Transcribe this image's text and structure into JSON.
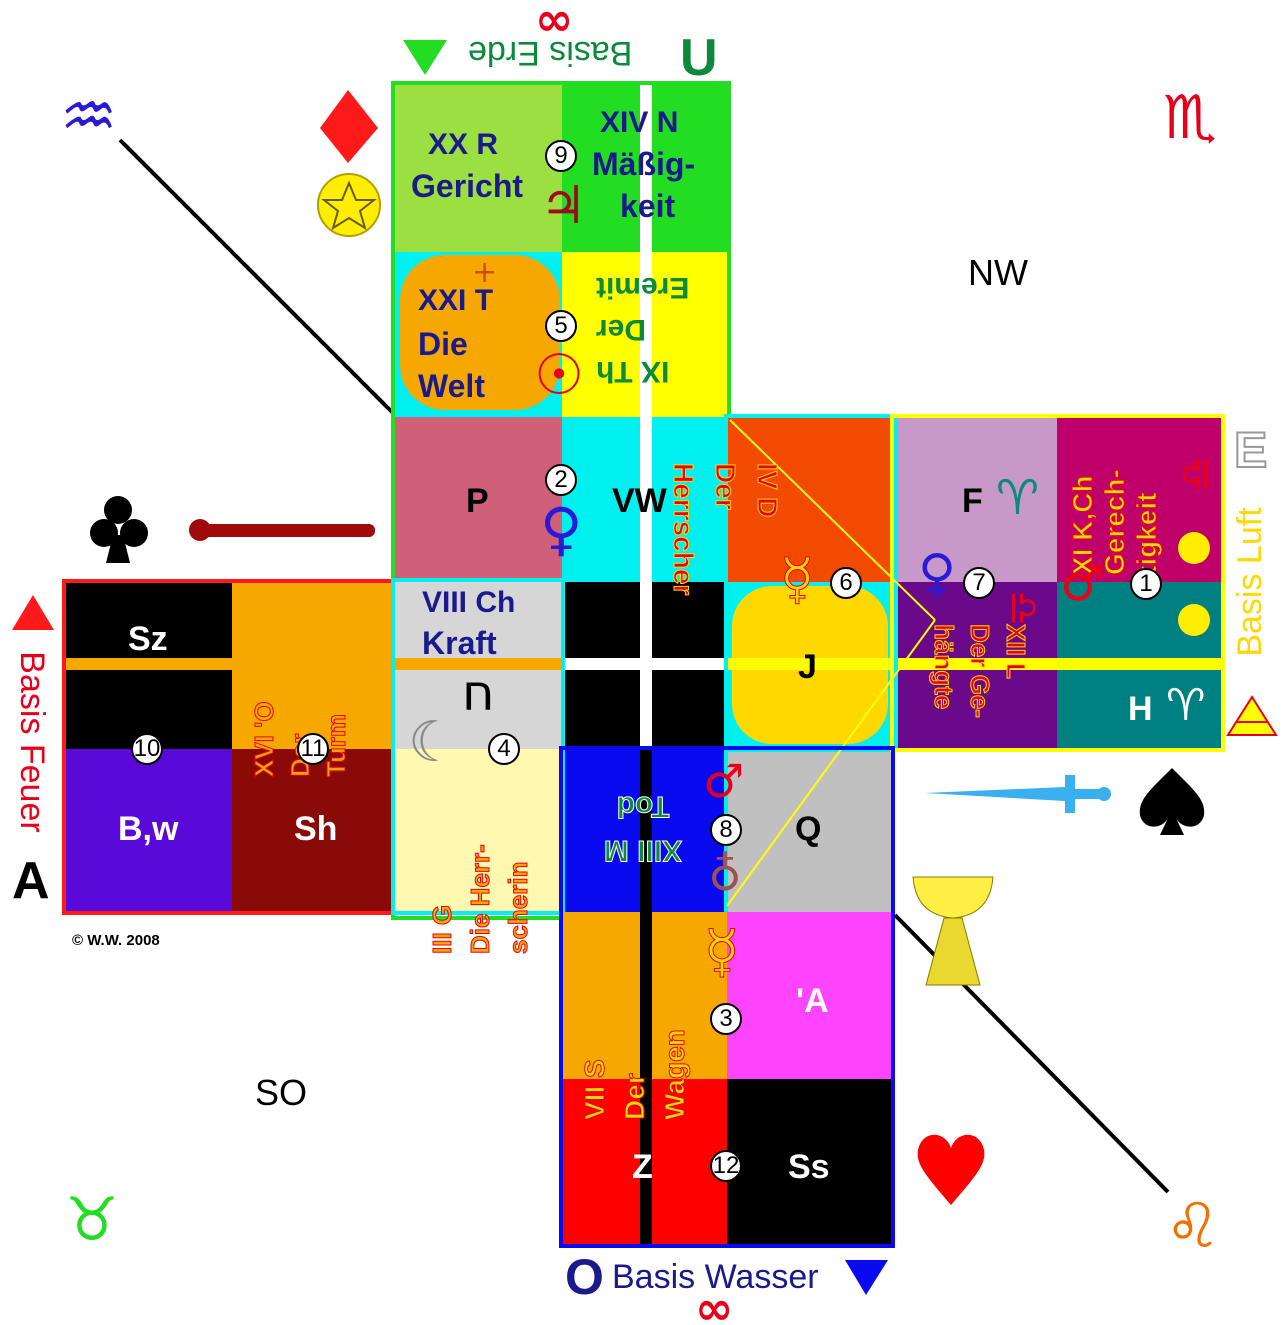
{
  "bases": {
    "top": {
      "letter": "U",
      "label": "Basis Erde"
    },
    "bottom": {
      "letter": "O",
      "label": "Basis Wasser"
    },
    "left": {
      "letter": "A",
      "label": "Basis Feuer"
    },
    "right": {
      "letter": "E",
      "label": "Basis Luft"
    }
  },
  "infinity": "∞",
  "directions": {
    "nw": "NW",
    "so": "SO"
  },
  "copyright": "© W.W. 2008",
  "zodiac": {
    "aquarius": "♒",
    "scorpio": "♏",
    "taurus": "♉",
    "leo": "♌"
  },
  "cells": {
    "gericht": {
      "line1": "XX  R",
      "line2": "Gericht"
    },
    "massigkeit": {
      "line1": "XIV  N",
      "line2": "Mäßig-",
      "line3": "keit"
    },
    "welt": {
      "line1": "XXI  T",
      "line2": "Die",
      "line3": "Welt"
    },
    "eremit": {
      "line1": "IX  Th",
      "line2": "Der",
      "line3": "Eremit"
    },
    "p": "P",
    "vw": "VW",
    "herrscher": {
      "line1": "IV  D",
      "line2": "Der",
      "line3": "Herrscher"
    },
    "f": "F",
    "gerechtigkeit": {
      "line1": "XI  K,Ch",
      "line2": "Gerech-",
      "line3": "tigkeit"
    },
    "sz": "Sz",
    "turm": {
      "line1": "XVI  'O",
      "line2": "Der",
      "line3": "Turm"
    },
    "kraft": {
      "line1": "VIII  Ch",
      "line2": "Kraft"
    },
    "j": "J",
    "gehangte": {
      "line1": "XII  L",
      "line2": "Der Ge-",
      "line3": "hängte"
    },
    "h": "H",
    "bw": "B,w",
    "sh": "Sh",
    "herrscherin": {
      "line1": "III  G",
      "line2": "Die Herr-",
      "line3": "scherin"
    },
    "tod": {
      "line1": "XIII  M",
      "line2": "Tod"
    },
    "q": "Q",
    "wagen": {
      "line1": "VII  S",
      "line2": "Der",
      "line3": "Wagen"
    },
    "a_apos": "'A",
    "z": "Z",
    "ss": "Ss"
  },
  "numbers": [
    "1",
    "2",
    "3",
    "4",
    "5",
    "6",
    "7",
    "8",
    "9",
    "10",
    "11",
    "12"
  ],
  "colors": {
    "green_light": "#9be040",
    "green": "#22dd22",
    "cyan": "#00f0f0",
    "orange": "#f6a800",
    "yellow": "#ffff00",
    "pink": "#d0607a",
    "red_orange": "#f24a00",
    "lavender": "#c898c8",
    "magenta": "#c0006a",
    "purple": "#6a0a8a",
    "teal": "#008080",
    "black": "#000000",
    "gray": "#d6d6d6",
    "cream": "#fff8b0",
    "violet": "#5a0ad8",
    "maroon": "#8a0a08",
    "blue": "#0a0af0",
    "silver": "#c0c0c0",
    "pink_bright": "#ff44ff",
    "red": "#ff0000"
  }
}
